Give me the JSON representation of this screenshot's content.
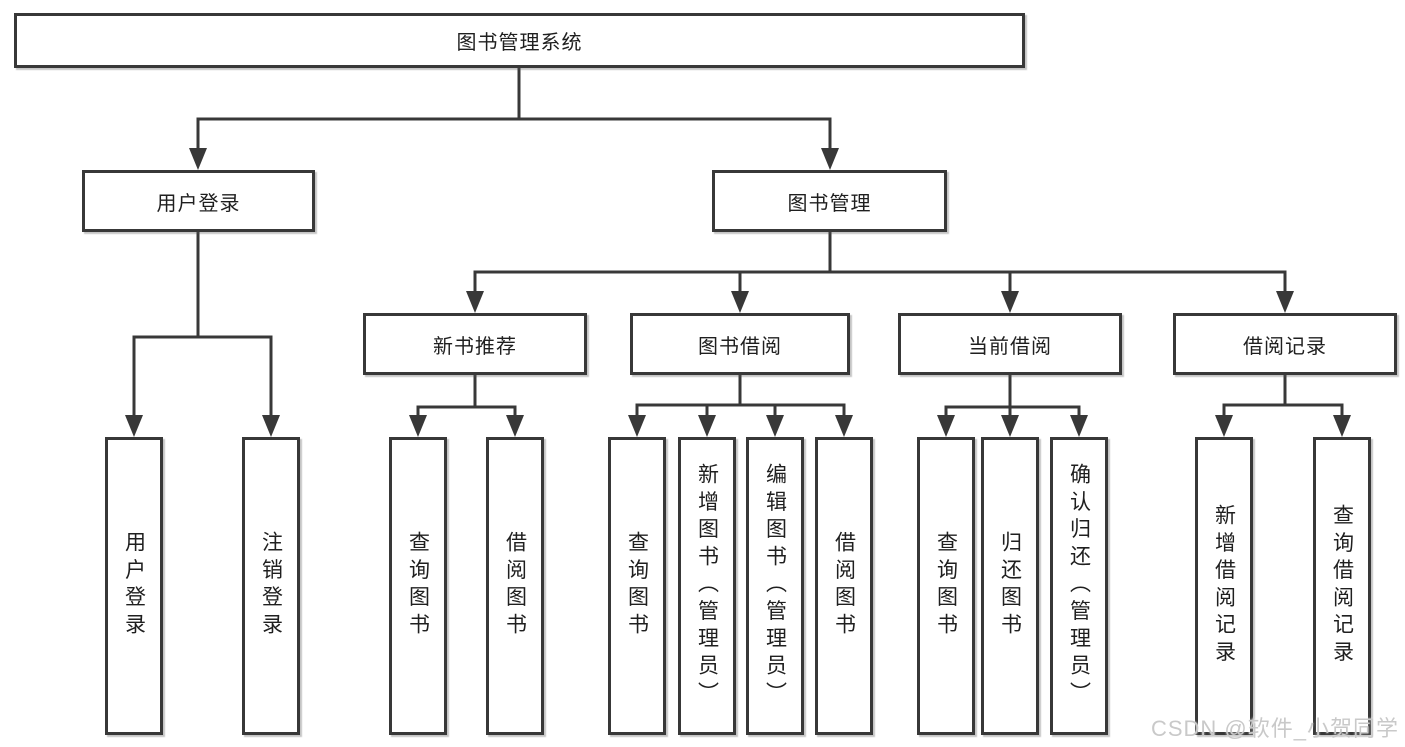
{
  "colors": {
    "line": "#383838",
    "box_border": "#383838",
    "text": "#1f1f1f",
    "watermark": "#c9c9c9",
    "background": "#ffffff"
  },
  "tree": {
    "root": {
      "label": "图书管理系统"
    },
    "children": [
      {
        "label": "用户登录",
        "children": [
          {
            "label": "用户登录"
          },
          {
            "label": "注销登录"
          }
        ]
      },
      {
        "label": "图书管理",
        "children": [
          {
            "label": "新书推荐",
            "children": [
              {
                "label": "查询图书"
              },
              {
                "label": "借阅图书"
              }
            ]
          },
          {
            "label": "图书借阅",
            "children": [
              {
                "label": "查询图书"
              },
              {
                "label": "新增图书（管理员）"
              },
              {
                "label": "编辑图书（管理员）"
              },
              {
                "label": "借阅图书"
              }
            ]
          },
          {
            "label": "当前借阅",
            "children": [
              {
                "label": "查询图书"
              },
              {
                "label": "归还图书"
              },
              {
                "label": "确认归还（管理员）"
              }
            ]
          },
          {
            "label": "借阅记录",
            "children": [
              {
                "label": "新增借阅记录"
              },
              {
                "label": "查询借阅记录"
              }
            ]
          }
        ]
      }
    ]
  },
  "watermark": {
    "text": "CSDN @软件_小贺同学"
  }
}
